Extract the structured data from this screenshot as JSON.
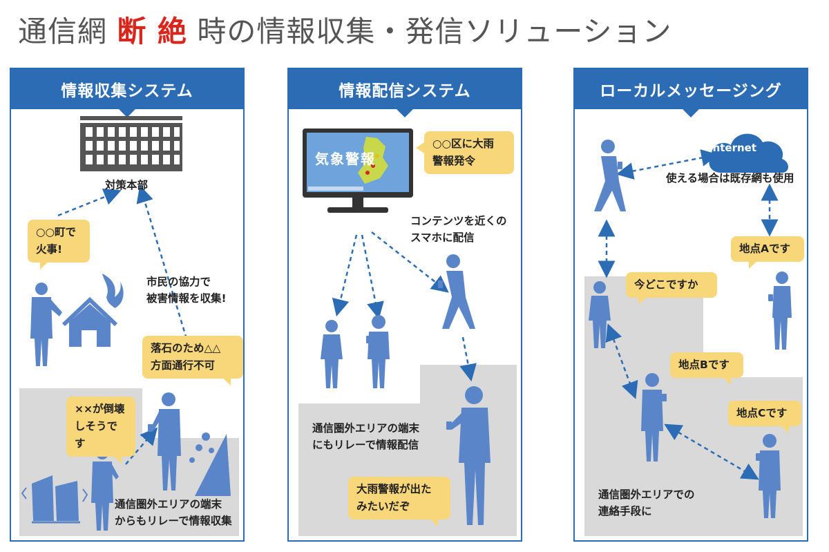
{
  "title": {
    "part1": "通信網",
    "part2": "断 絶",
    "part3": "時の情報収集・発信ソリューション"
  },
  "colors": {
    "header_blue": "#2c6cb4",
    "figure_blue": "#5a86c9",
    "bubble_yellow": "#f8d67a",
    "shade_gray": "#d9d9d9",
    "title_red": "#d9261c"
  },
  "panels": [
    {
      "header": "情報収集システム",
      "hq_label": "対策本部",
      "note_citizens": "市民の協力で\n被害情報を収集!",
      "bubble_fire": "○○町で\n火事!",
      "bubble_rock": "落石のため△△\n方面通行不可",
      "bubble_collapse": "××が倒壊\nしそうです",
      "note_relay": "通信圏外エリアの端末\nからもリレーで情報収集"
    },
    {
      "header": "情報配信システム",
      "screen_label": "気象警報",
      "bubble_alert": "○○区に大雨\n警報発令",
      "note_contents": "コンテンツを近くの\nスマホに配信",
      "note_relay": "通信圏外エリアの端末\nにもリレーで情報配信",
      "bubble_rain": "大雨警報が出た\nみたいだぞ"
    },
    {
      "header": "ローカルメッセージング",
      "cloud_label": "Internet",
      "note_existing": "使える場合は既存網も使用",
      "bubble_a": "地点Aです",
      "bubble_where": "今どこですか",
      "bubble_b": "地点Bです",
      "bubble_c": "地点Cです",
      "note_contact": "通信圏外エリアでの\n連絡手段に"
    }
  ]
}
